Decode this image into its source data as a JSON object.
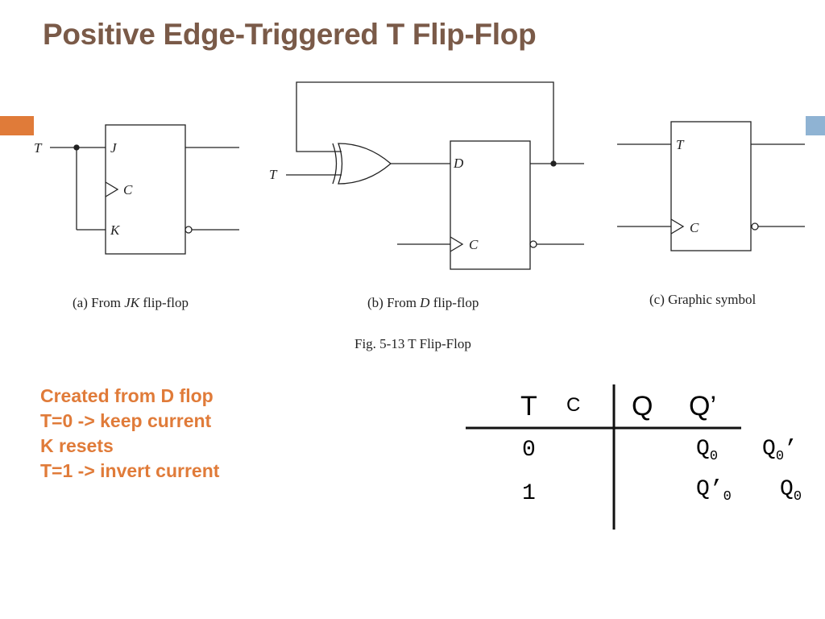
{
  "slide": {
    "title": "Positive Edge-Triggered T Flip-Flop",
    "title_color": "#7a5a48",
    "accent_left_color": "#e07b39",
    "accent_right_color": "#8fb3d3",
    "text_color": "#e07b39"
  },
  "figure": {
    "panel_a": {
      "caption_prefix": "(a) From ",
      "caption_italic": "JK",
      "caption_suffix": " flip-flop",
      "input_label": "T",
      "pin_j": "J",
      "pin_c": "C",
      "pin_k": "K"
    },
    "panel_b": {
      "caption_prefix": "(b) From ",
      "caption_italic": "D",
      "caption_suffix": " flip-flop",
      "input_label": "T",
      "pin_d": "D",
      "pin_c": "C"
    },
    "panel_c": {
      "caption": "(c) Graphic symbol",
      "pin_t": "T",
      "pin_c": "C"
    },
    "caption": "Fig. 5-13  T Flip-Flop"
  },
  "bullets": [
    "Created from D flop",
    "T=0 -> keep current",
    "K resets",
    "T=1 -> invert current"
  ],
  "truth_table": {
    "headers": {
      "t": "T",
      "c": "C",
      "q": "Q",
      "qn": "Q’"
    },
    "rows": [
      {
        "t": "0",
        "q": "Q",
        "q_sub": "0",
        "qn": "Q",
        "qn_sub": "0",
        "qn_mark": "’"
      },
      {
        "t": "1",
        "q": "Q’",
        "q_sub": "0",
        "qn": "Q",
        "qn_sub": "0"
      }
    ]
  }
}
